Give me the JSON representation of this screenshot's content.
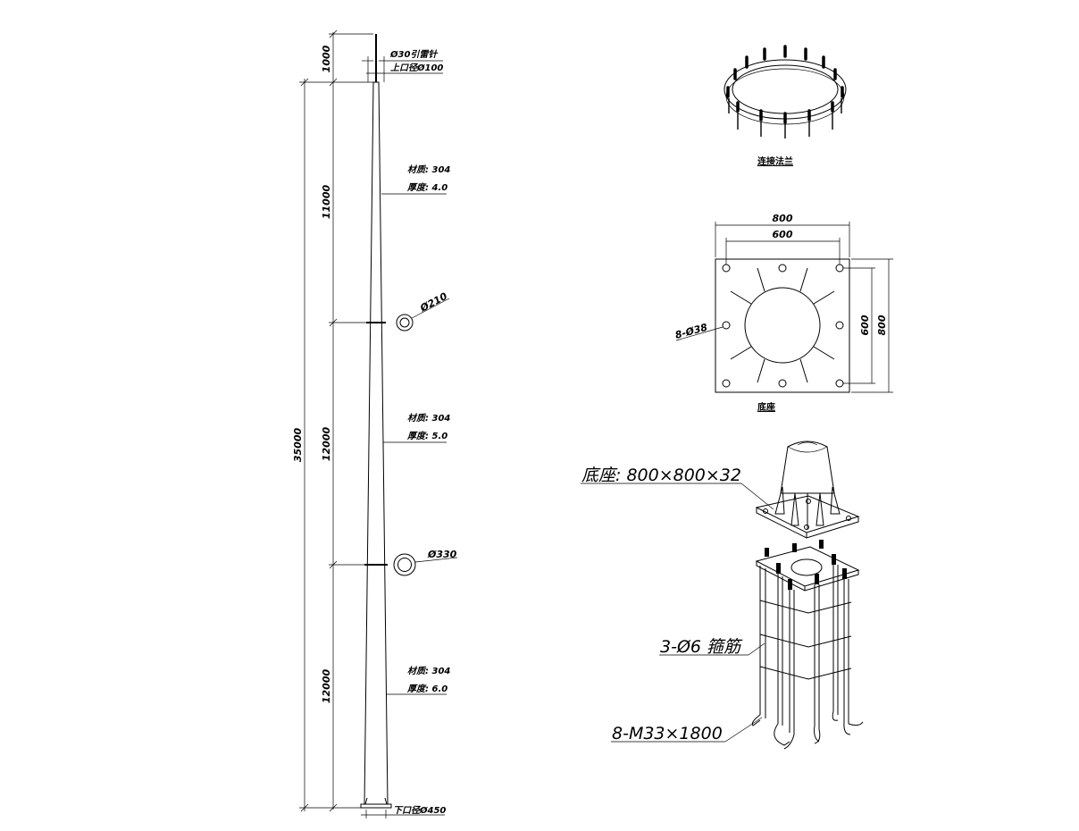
{
  "pole": {
    "dims": {
      "lightning_len": "1000",
      "seg1_len": "11000",
      "seg2_len": "12000",
      "seg3_len": "12000",
      "total_len": "35000"
    },
    "notes": {
      "rod": "Ø30引雷针",
      "top_dia": "上口径Ø100",
      "bottom_dia": "下口径Ø450",
      "seg1_material": "材质: 304",
      "seg1_thickness": "厚度: 4.0",
      "seg2_material": "材质: 304",
      "seg2_thickness": "厚度: 5.0",
      "seg3_material": "材质: 304",
      "seg3_thickness": "厚度: 6.0",
      "joint1_dia": "Ø210",
      "joint2_dia": "Ø330"
    }
  },
  "flange": {
    "title": "连接法兰"
  },
  "base_plate": {
    "title": "底座",
    "width_outer": "800",
    "width_holes": "600",
    "height_holes": "600",
    "height_outer": "800",
    "holes_label": "8-Ø38"
  },
  "assembly": {
    "base_label": "底座: 800×800×32",
    "stirrup_label": "3-Ø6 箍筋",
    "bolt_label": "8-M33×1800"
  }
}
